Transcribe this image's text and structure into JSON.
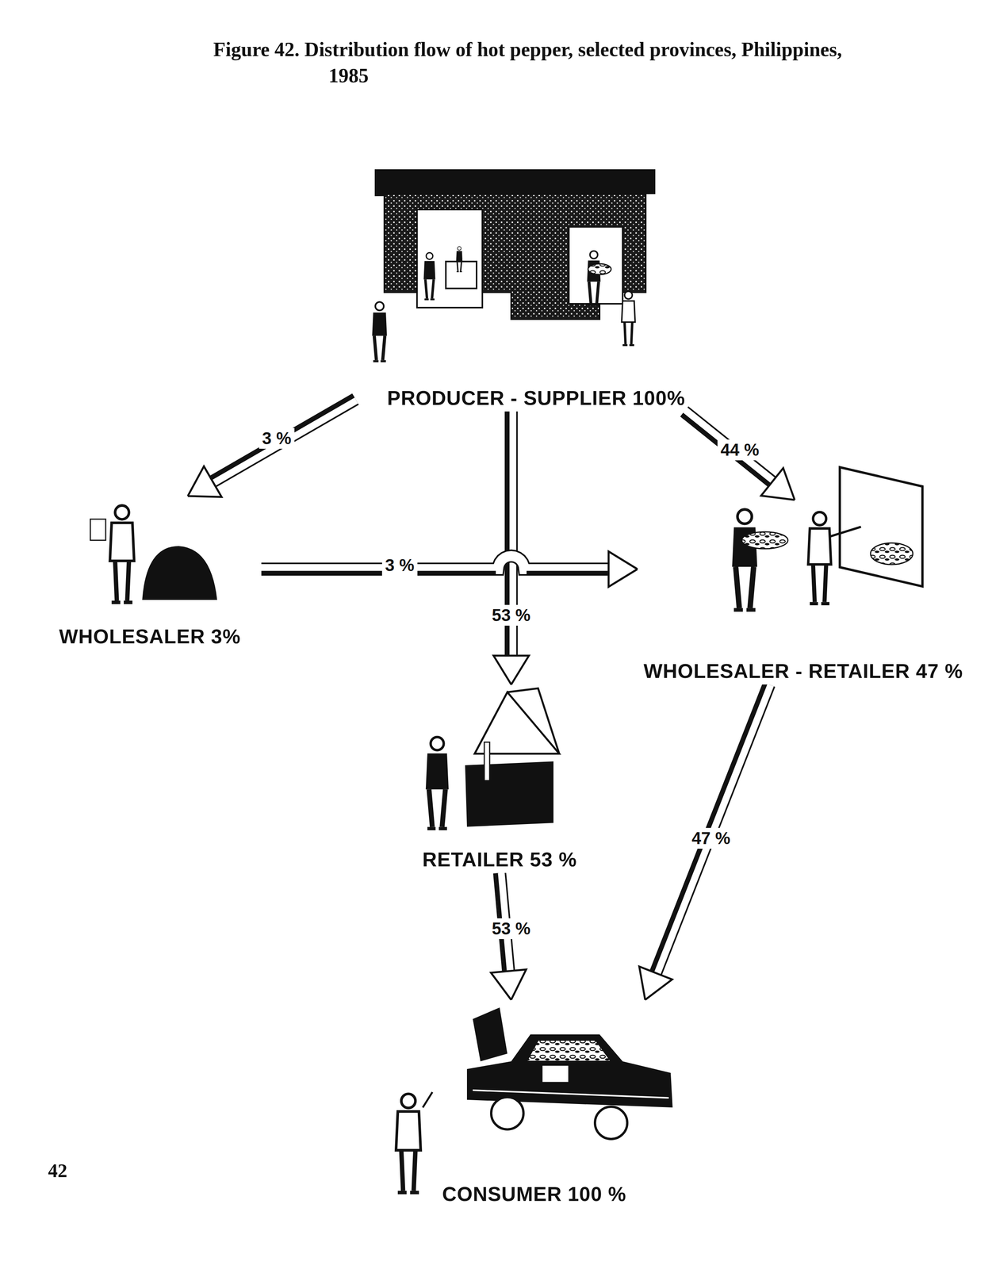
{
  "diagram": {
    "title": "Figure 42. Distribution flow of hot pepper, selected provinces, Philippines, 1985",
    "nodes": [
      {
        "text": [
          "PRODUCER - SUPPLIER 100%"
        ]
      },
      {
        "text": [
          "WHOLESALER 3%"
        ]
      },
      {
        "text": [
          "WHOLESALER - RETAILER 47 %"
        ]
      },
      {
        "text": [
          "RETAILER 53 %"
        ]
      },
      {
        "text": [
          "CONSUMER 100 %"
        ]
      }
    ],
    "edges": [
      {
        "from": 0,
        "to": 1,
        "label": "3 %",
        "arrow": "to"
      },
      {
        "from": 0,
        "to": 2,
        "label": "44 %",
        "arrow": "to"
      },
      {
        "from": 1,
        "to": 2,
        "label": "3 %",
        "arrow": "to"
      },
      {
        "from": 0,
        "to": 3,
        "label": "53 %",
        "arrow": "to"
      },
      {
        "from": 3,
        "to": 4,
        "label": "53 %",
        "arrow": "to"
      },
      {
        "from": 2,
        "to": 4,
        "label": "47 %",
        "arrow": "to"
      }
    ],
    "labels": [
      "42"
    ]
  }
}
